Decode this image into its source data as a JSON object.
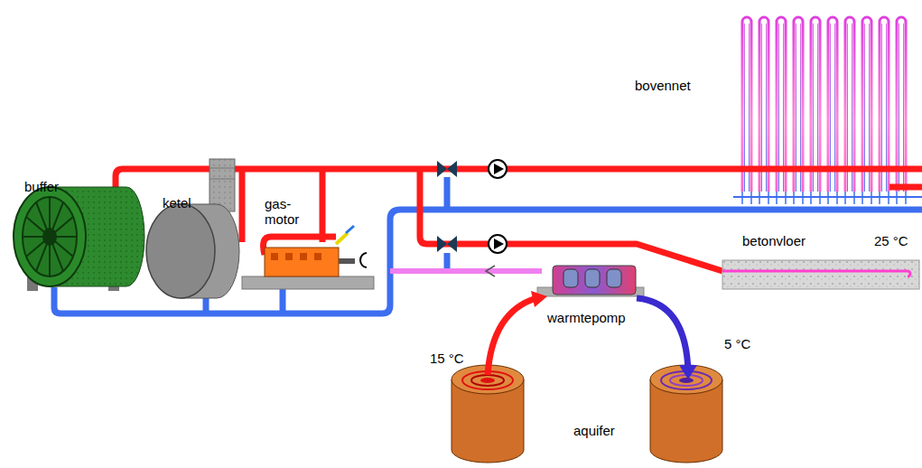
{
  "diagram": {
    "labels": [
      "bovennet",
      "buffer",
      "ketel",
      "gas- motor",
      "betonvloer",
      "25 °C",
      "warmtepomp",
      "15 °C",
      "5 °C",
      "aquifer"
    ]
  }
}
